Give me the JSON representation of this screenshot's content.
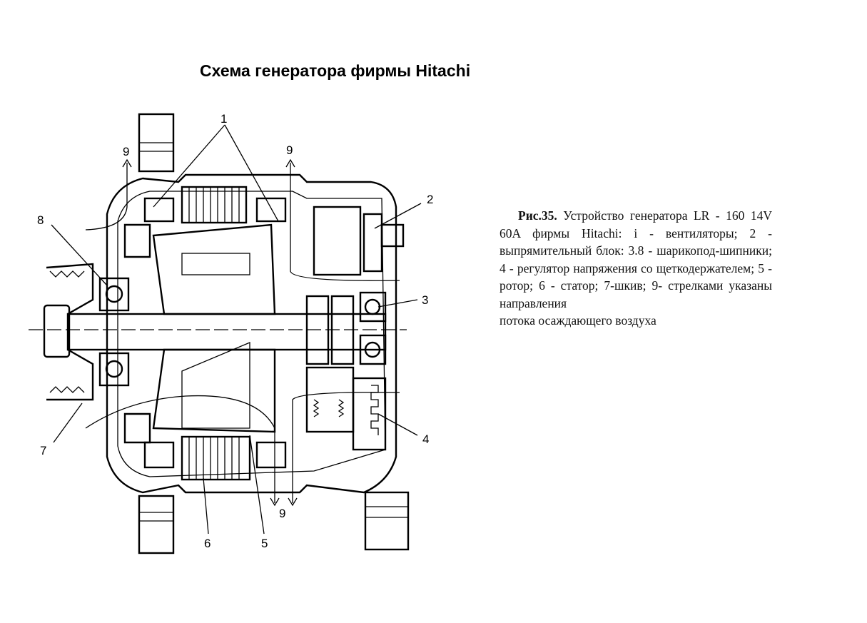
{
  "title": "Схема генератора фирмы Hitachi",
  "diagram": {
    "labels": {
      "fans": "1",
      "rectifier": "2",
      "bearing_rear": "3",
      "regulator": "4",
      "rotor": "5",
      "stator": "6",
      "pulley": "7",
      "bearing_front": "8",
      "airflow_top_left": "9",
      "airflow_top_right": "9",
      "airflow_bottom": "9"
    }
  },
  "caption": {
    "lead": "Рис.35.",
    "body": " Устройство генератора LR - 160 14V 60A фирмы Hitachi: i - вентиляторы; 2 - выпрямительный блок: 3.8 - шарикопод-шипники; 4 - регулятор напряжения со щеткодержателем; 5 - ротор; 6 - статор; 7-шкив; 9- стрелками указаны направления",
    "last": "потока осаждающего воздуха"
  }
}
